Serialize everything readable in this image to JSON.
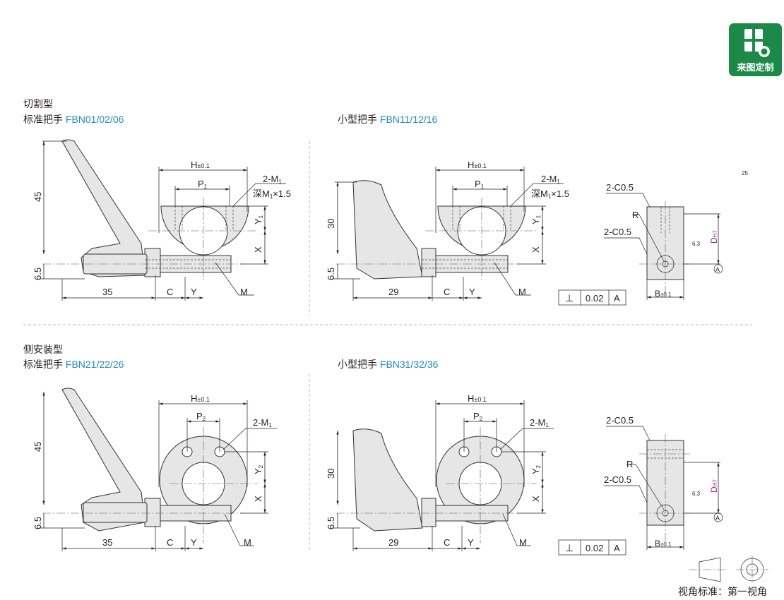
{
  "badge": {
    "label": "来图定制",
    "icon": "drawing-custom-icon",
    "color": "#1b8a49"
  },
  "section_cut": {
    "heading": "切割型",
    "standard": {
      "prefix": "标准把手 ",
      "model": "FBN01/02/06"
    },
    "small": {
      "prefix": "小型把手 ",
      "model": "FBN11/12/16"
    }
  },
  "section_side": {
    "heading": "侧安装型",
    "standard": {
      "prefix": "标准把手 ",
      "model": "FBN21/22/26"
    },
    "small": {
      "prefix": "小型把手 ",
      "model": "FBN31/32/36"
    }
  },
  "dims": {
    "std_height": "45",
    "small_height": "30",
    "offset": "6.5",
    "std_length": "35",
    "small_length": "29",
    "C": "C",
    "Y": "Y",
    "M": "M",
    "X": "X",
    "H": "H",
    "H_tol": "±0.1",
    "P1": "P",
    "P1_sub": "1",
    "P2": "P",
    "P2_sub": "2",
    "two_M1": "2-M",
    "M1_sub": "1",
    "depth_prefix": "深M",
    "depth_suffix": "×1.5",
    "Y1": "Y",
    "Y1_sub": "1",
    "Y2": "Y",
    "Y2_sub": "2"
  },
  "side_view": {
    "chamfer": "2-C0.5",
    "radius": "R",
    "D": "D",
    "D_tol": "H7",
    "B": "B",
    "B_tol": "±0.1",
    "perp_symbol": "⊥",
    "perp_value": "0.02",
    "datum": "A",
    "roughness_fine": "6.3",
    "roughness_default": "25"
  },
  "projection": {
    "label": "视角标准：第一视角"
  }
}
